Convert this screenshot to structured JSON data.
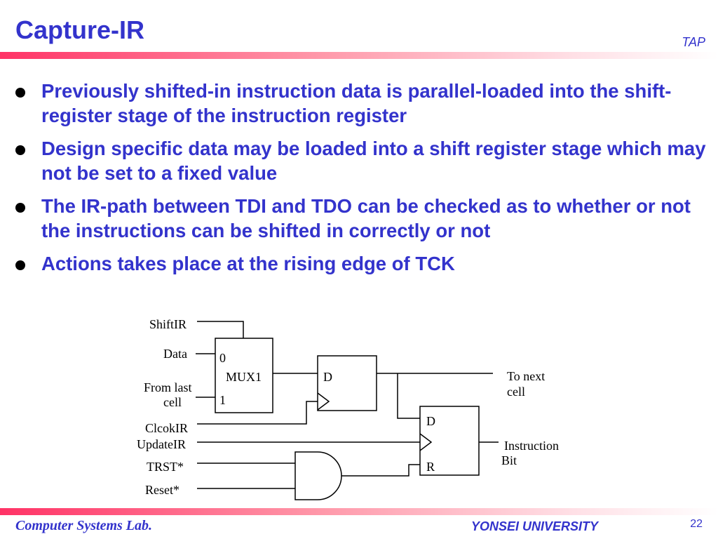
{
  "slide": {
    "title": "Capture-IR",
    "tag": "TAP",
    "bullets": [
      "Previously shifted-in instruction data is parallel-loaded into the shift-register stage of the instruction register",
      "Design specific data may be loaded into a shift register stage which may not be set to a fixed value",
      "The IR-path between TDI and TDO can be checked as to whether or not the instructions can be shifted in correctly or not",
      "Actions takes place at the rising edge of TCK"
    ]
  },
  "diagram": {
    "inputs": {
      "shift_ir": "ShiftIR",
      "data": "Data",
      "from_last_1": "From last",
      "from_last_2": "cell",
      "clock_ir": "ClcokIR",
      "update_ir": "UpdateIR",
      "trst": "TRST*",
      "reset": "Reset*"
    },
    "mux": {
      "label": "MUX1",
      "in0": "0",
      "in1": "1"
    },
    "ff1": {
      "d": "D"
    },
    "ff2": {
      "d": "D",
      "r": "R"
    },
    "outputs": {
      "to_next_1": "To next",
      "to_next_2": "cell",
      "instr_1": "Instruction",
      "instr_2": "Bit"
    }
  },
  "footer": {
    "lab": "Computer Systems Lab.",
    "university": "YONSEI UNIVERSITY",
    "page": "22"
  }
}
